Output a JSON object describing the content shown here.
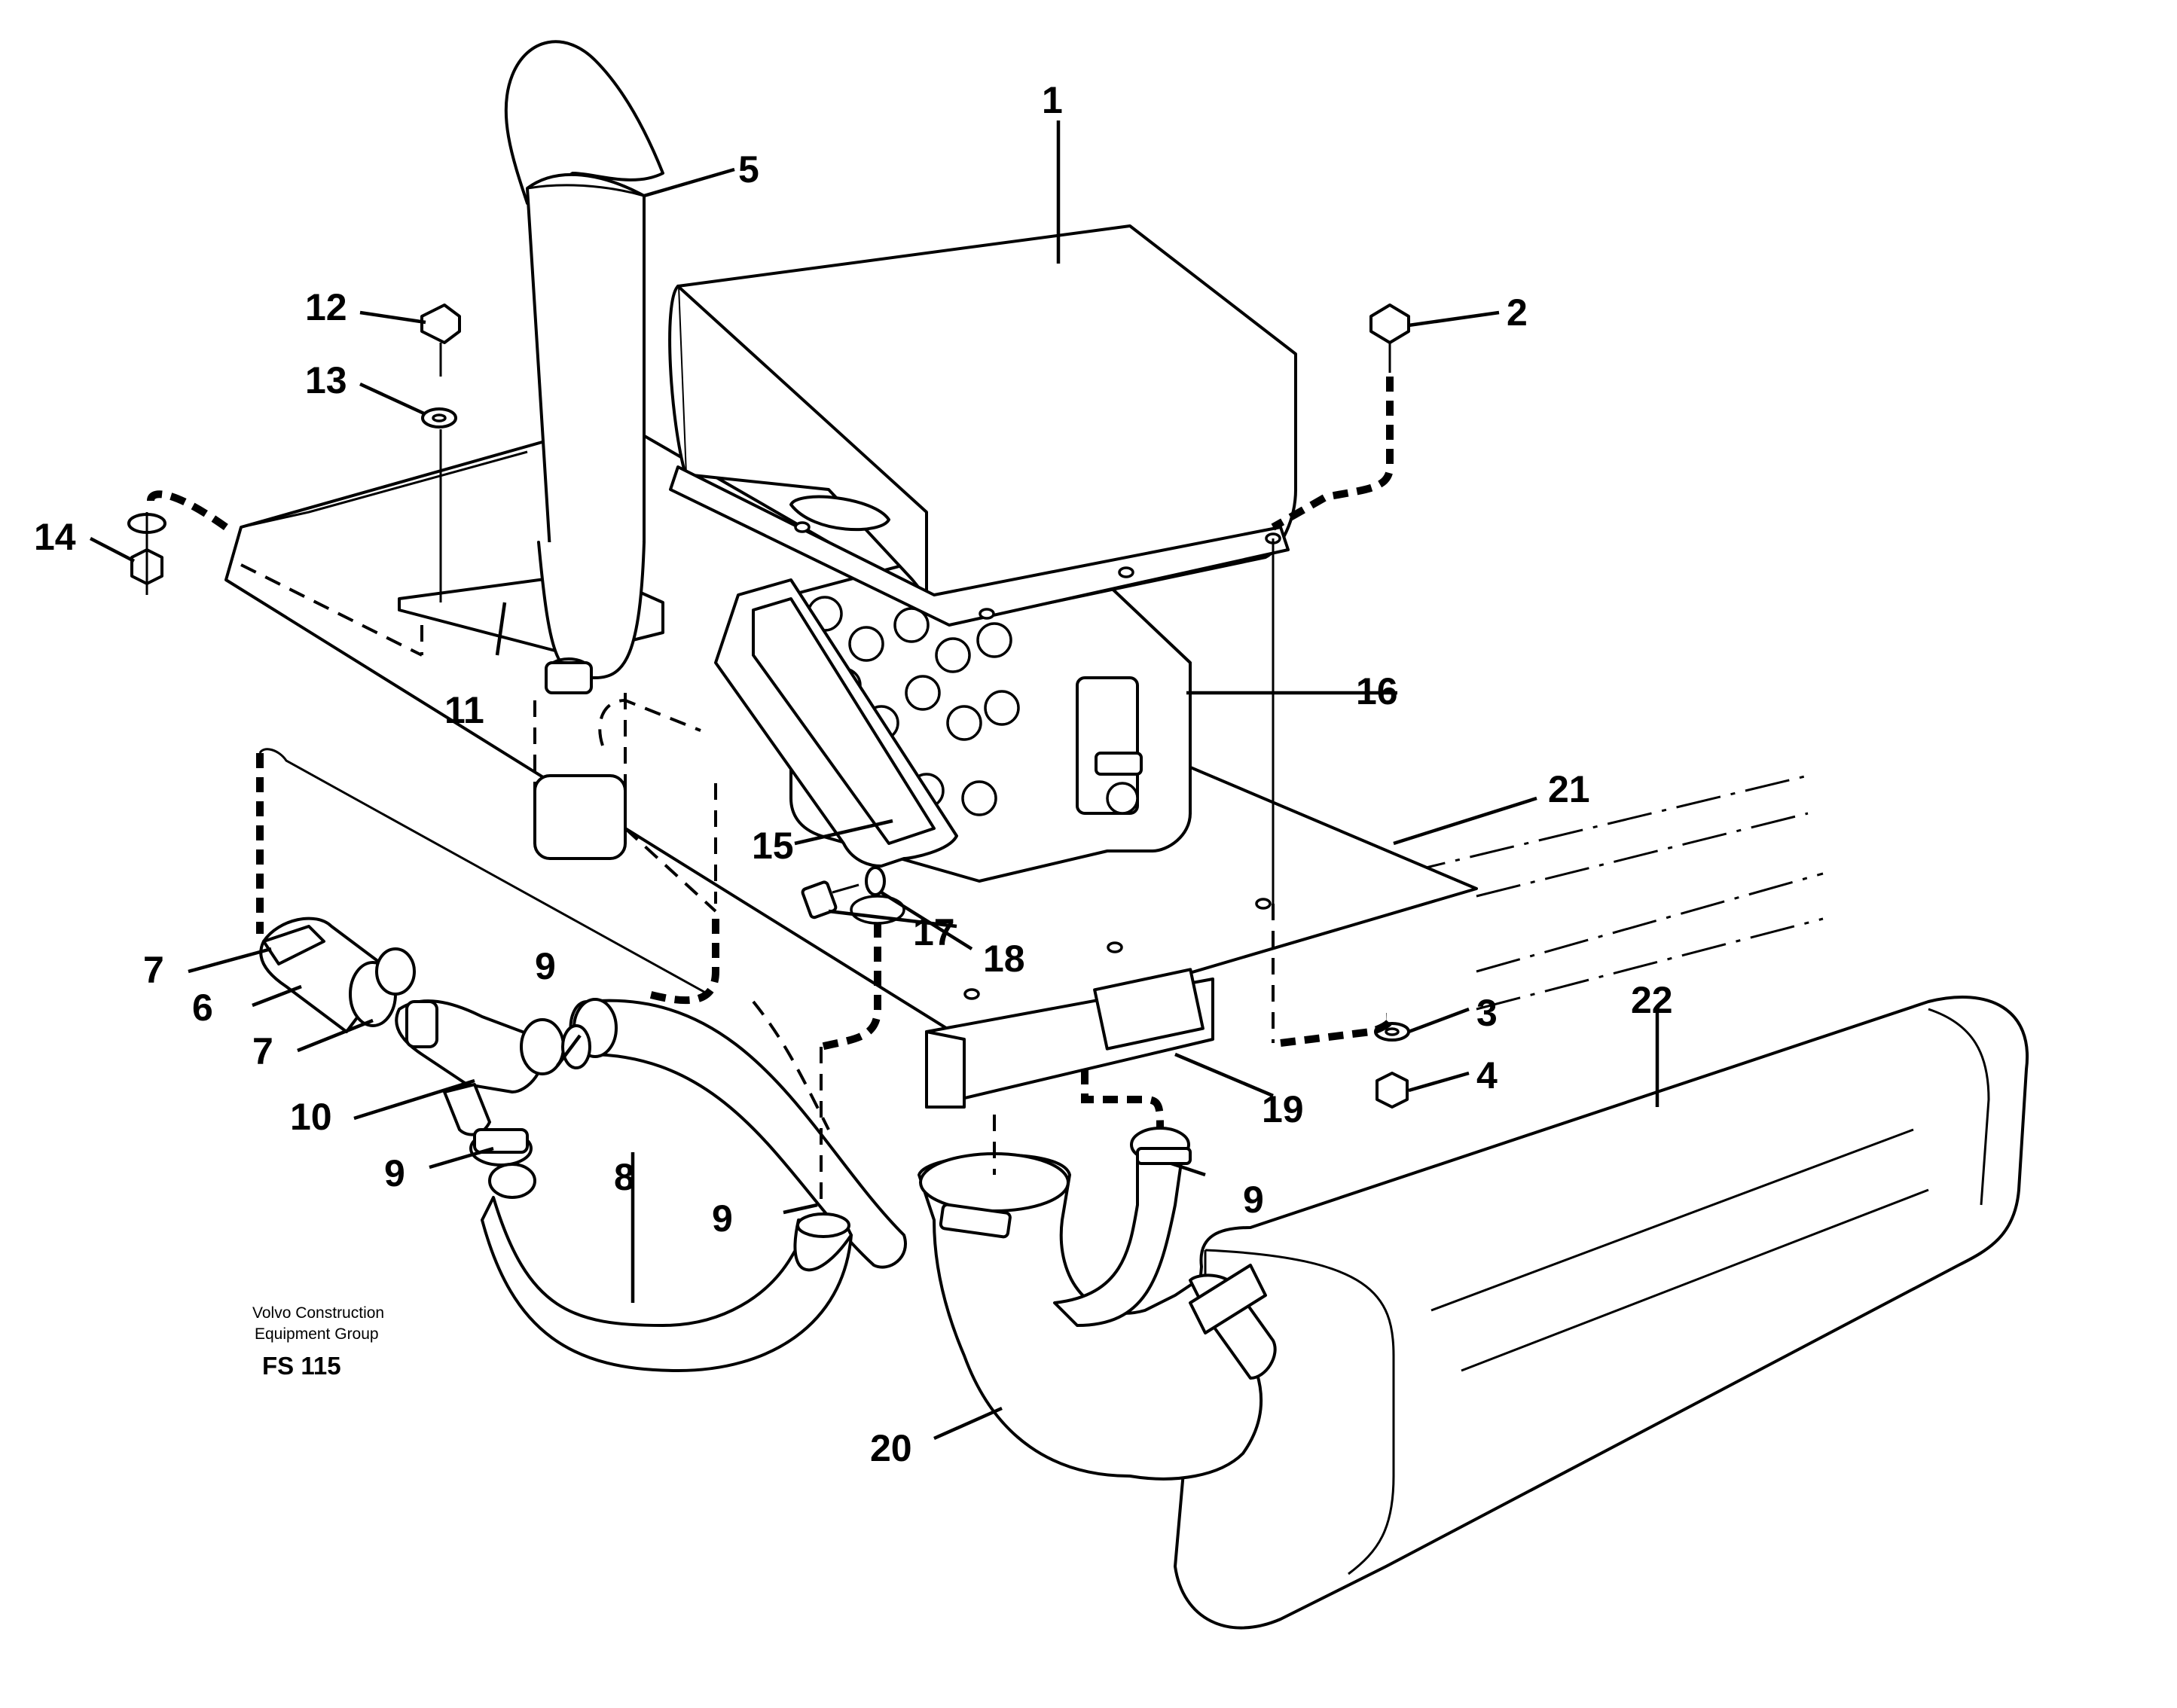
{
  "callouts": {
    "c1": "1",
    "c2": "2",
    "c3": "3",
    "c4": "4",
    "c5": "5",
    "c6": "6",
    "c7a": "7",
    "c7b": "7",
    "c8": "8",
    "c9a": "9",
    "c9b": "9",
    "c9c": "9",
    "c9d": "9",
    "c10": "10",
    "c11": "11",
    "c12": "12",
    "c13": "13",
    "c14": "14",
    "c15": "15",
    "c16": "16",
    "c17": "17",
    "c18": "18",
    "c19": "19",
    "c20": "20",
    "c21": "21",
    "c22": "22"
  },
  "footer": {
    "line1": "Volvo Construction",
    "line2": "Equipment Group",
    "code": "FS 115"
  }
}
